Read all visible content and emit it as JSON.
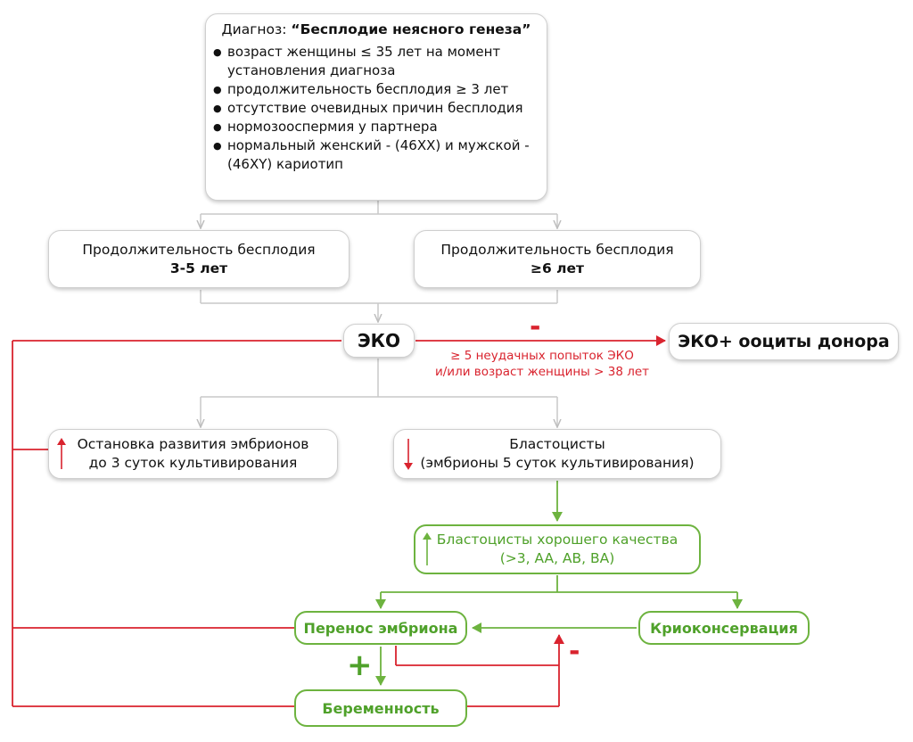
{
  "diagnosis": {
    "prefix": "Диагноз: ",
    "name": "“Бесплодие неясного генеза”",
    "criteria": [
      "возраст женщины ≤ 35 лет на момент установления диагноза",
      "продолжительность бесплодия ≥ 3 лет",
      "отсутствие очевидных причин бесплодия",
      "нормозооспермия у партнера",
      "нормальный женский - (46XX) и мужской - (46XY) кариотип"
    ]
  },
  "duration_short": {
    "label": "Продолжительность бесплодия",
    "value": "3-5 лет"
  },
  "duration_long": {
    "label": "Продолжительность бесплодия",
    "value": "≥6 лет"
  },
  "ivf": "ЭКО",
  "ivf_donor": "ЭКО+ ооциты донора",
  "donor_condition": {
    "sign": "-",
    "line1": "≥ 5 неудачных попыток ЭКО",
    "line2": "и/или возраст женщины > 38 лет"
  },
  "arrest": {
    "line1": "Остановка развития эмбрионов",
    "line2": "до 3 суток культивирования"
  },
  "blastocysts": {
    "line1": "Бластоцисты",
    "line2": "(эмбрионы 5 суток культивирования)"
  },
  "good_blastocysts": {
    "line1": "Бластоцисты хорошего качества",
    "line2": "(>3, AA, AB, BA)"
  },
  "transfer": "Перенос эмбриона",
  "cryo": "Криоконсервация",
  "pregnancy": "Беременность",
  "plus_sign": "+",
  "minus_sign": "-",
  "colors": {
    "red": "#d9232e",
    "green": "#6db33f",
    "gray": "#c8c8c8"
  }
}
